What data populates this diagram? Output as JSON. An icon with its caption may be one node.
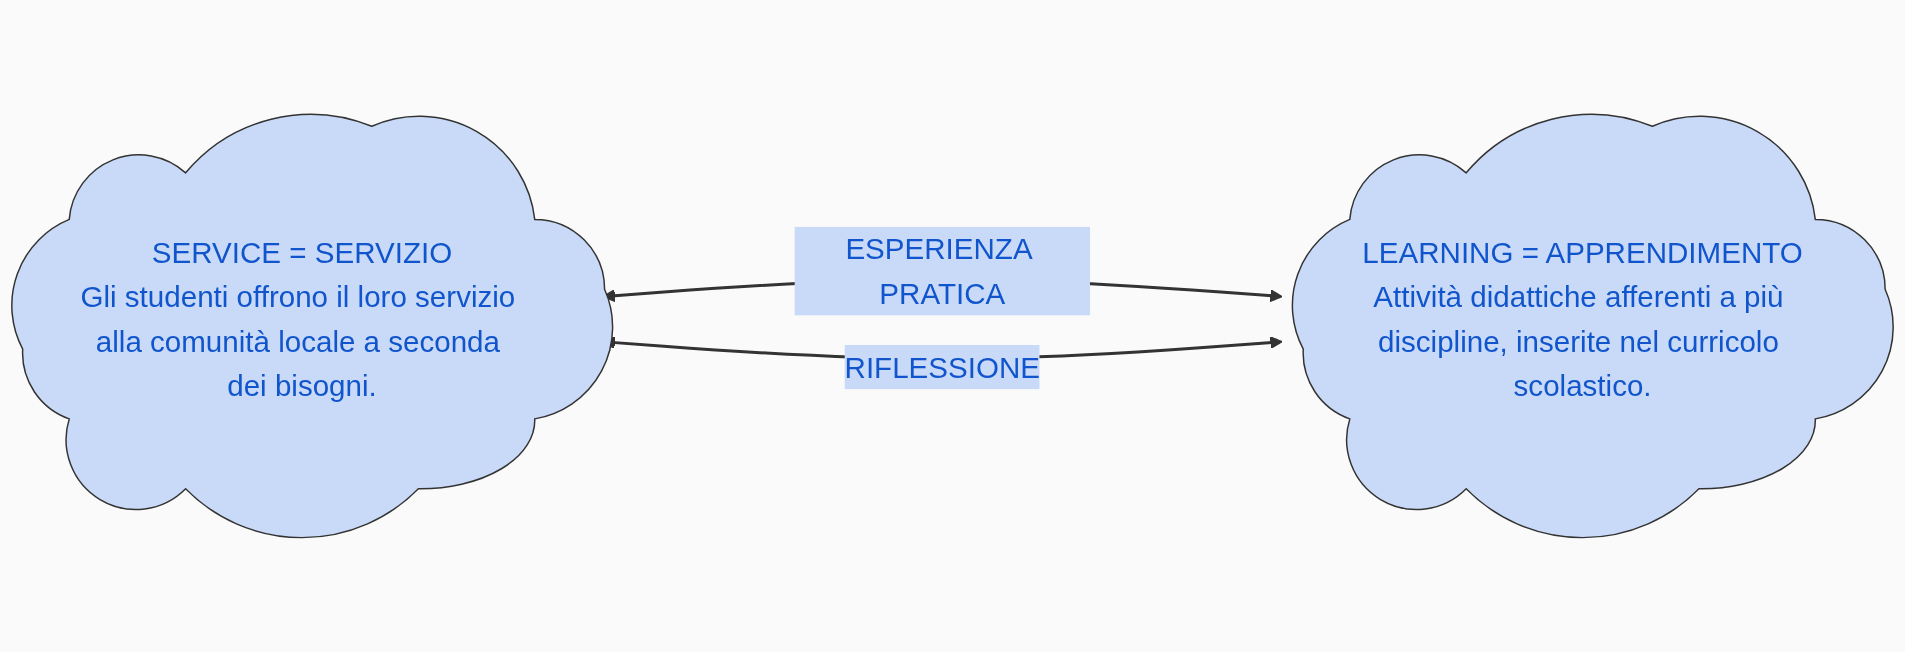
{
  "diagram": {
    "nodes": [
      {
        "text": [
          "SERVICE = SERVIZIO",
          "Gli studenti offrono il loro servizio alla comunità locale a seconda dei bisogni."
        ]
      },
      {
        "text": [
          "LEARNING = APPRENDIMENTO",
          "Attività didattiche afferenti a più discipline, inserite nel curricolo scolastico."
        ]
      }
    ],
    "edges": [
      {
        "from": 0,
        "to": 1,
        "arrow": "both",
        "label": "ESPERIENZA PRATICA"
      },
      {
        "from": 0,
        "to": 1,
        "arrow": "both",
        "label": "RIFLESSIONE"
      }
    ]
  }
}
